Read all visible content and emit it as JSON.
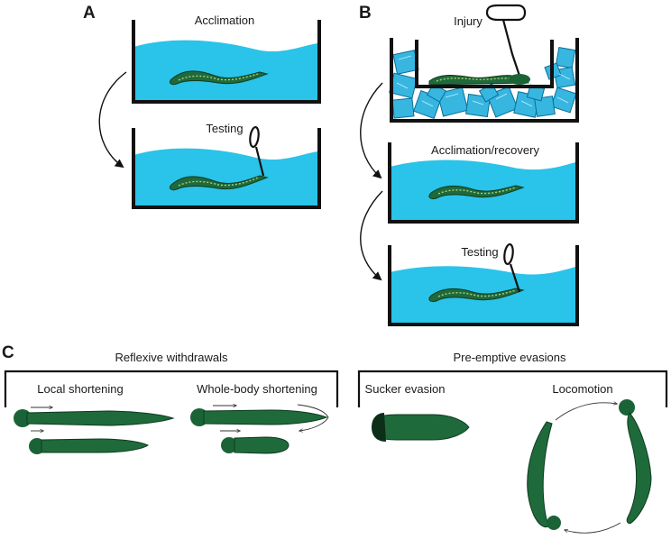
{
  "panels": {
    "a": {
      "letter": "A",
      "steps": [
        "Acclimation",
        "Testing"
      ]
    },
    "b": {
      "letter": "B",
      "steps": [
        "Injury",
        "Acclimation/recovery",
        "Testing"
      ]
    },
    "c": {
      "letter": "C",
      "groups": [
        {
          "title": "Reflexive withdrawals",
          "behaviors": [
            "Local shortening",
            "Whole-body shortening"
          ]
        },
        {
          "title": "Pre-emptive evasions",
          "behaviors": [
            "Sucker evasion",
            "Locomotion"
          ]
        }
      ]
    }
  },
  "colors": {
    "water": "#2ac3e9",
    "leech": "#1f6a3b",
    "ice": "#37b6e0",
    "outline": "#111111"
  }
}
